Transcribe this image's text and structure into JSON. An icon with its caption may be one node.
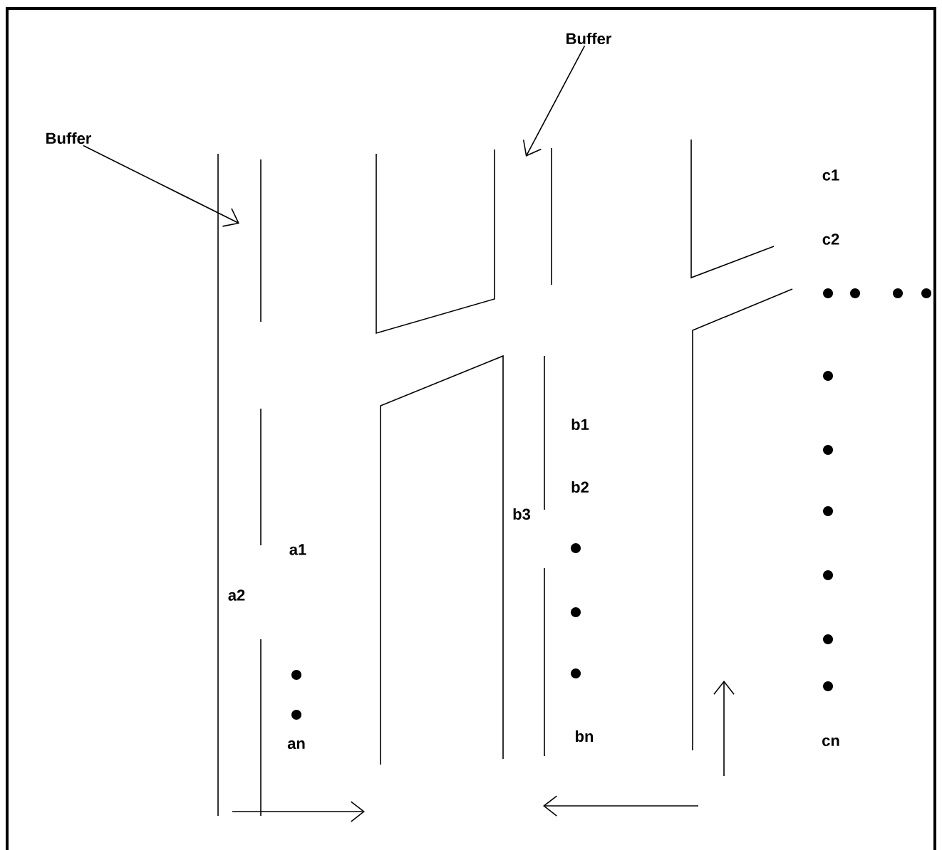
{
  "diagram": {
    "nodes": [
      {
        "text": [
          "Buffer"
        ]
      },
      {
        "text": [
          "Buffer"
        ]
      }
    ],
    "edges": [
      {
        "from": 0,
        "to": null,
        "arrow": "to"
      },
      {
        "from": 1,
        "to": null,
        "arrow": "to"
      }
    ],
    "labels": [
      "c1",
      "c2",
      "b1",
      "b2",
      "b3",
      "a1",
      "a2",
      "bn",
      "an",
      "cn"
    ]
  }
}
